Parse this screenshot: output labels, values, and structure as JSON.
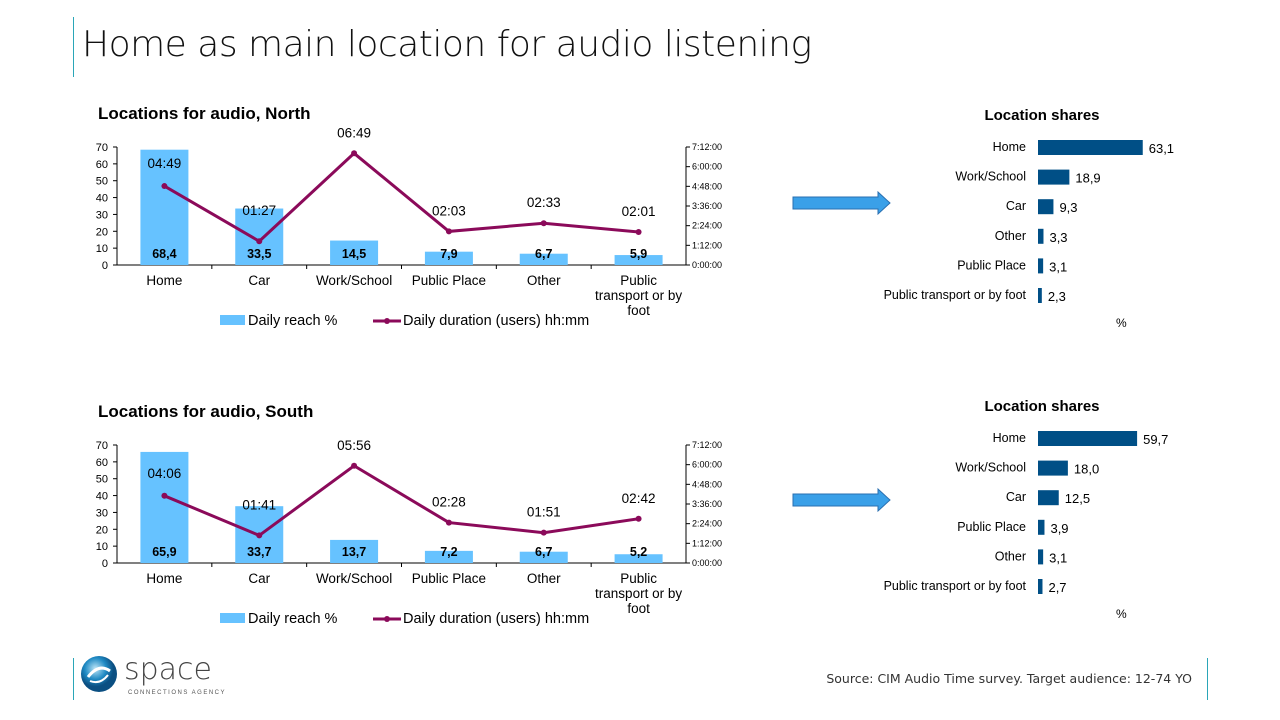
{
  "title": "Home as main location for audio listening",
  "source": "Source: CIM Audio Time survey. Target audience: 12-74 YO",
  "logo": {
    "name": "space",
    "tagline": "CONNECTIONS AGENCY"
  },
  "colors": {
    "bar": "#66c2ff",
    "line": "#8b0a5a",
    "hbar": "#004f86",
    "arrow": "#3aa0e8"
  },
  "chart_data": [
    {
      "type": "bar+line",
      "title": "Locations for audio, North",
      "categories": [
        "Home",
        "Car",
        "Work/School",
        "Public Place",
        "Other",
        "Public transport or by foot"
      ],
      "series": [
        {
          "name": "Daily reach %",
          "axis": "left",
          "values": [
            68.4,
            33.5,
            14.5,
            7.9,
            6.7,
            5.9
          ],
          "labels": [
            "68,4",
            "33,5",
            "14,5",
            "7,9",
            "6,7",
            "5,9"
          ]
        },
        {
          "name": "Daily duration (users) hh:mm",
          "axis": "right",
          "values_minutes": [
            289,
            87,
            409,
            123,
            153,
            121
          ],
          "labels": [
            "04:49",
            "01:27",
            "06:49",
            "02:03",
            "02:33",
            "02:01"
          ]
        }
      ],
      "ylim": [
        0,
        70
      ],
      "yticks": [
        "0",
        "10",
        "20",
        "30",
        "40",
        "50",
        "60",
        "70"
      ],
      "y2lim_minutes": [
        0,
        432
      ],
      "y2ticks": [
        "0:00:00",
        "1:12:00",
        "2:24:00",
        "3:36:00",
        "4:48:00",
        "6:00:00",
        "7:12:00"
      ],
      "legend": "bottom"
    },
    {
      "type": "bar+line",
      "title": "Locations for audio, South",
      "categories": [
        "Home",
        "Car",
        "Work/School",
        "Public Place",
        "Other",
        "Public transport or by foot"
      ],
      "series": [
        {
          "name": "Daily reach %",
          "axis": "left",
          "values": [
            65.9,
            33.7,
            13.7,
            7.2,
            6.7,
            5.2
          ],
          "labels": [
            "65,9",
            "33,7",
            "13,7",
            "7,2",
            "6,7",
            "5,2"
          ]
        },
        {
          "name": "Daily duration (users) hh:mm",
          "axis": "right",
          "values_minutes": [
            246,
            101,
            356,
            148,
            111,
            162
          ],
          "labels": [
            "04:06",
            "01:41",
            "05:56",
            "02:28",
            "01:51",
            "02:42"
          ]
        }
      ],
      "ylim": [
        0,
        70
      ],
      "yticks": [
        "0",
        "10",
        "20",
        "30",
        "40",
        "50",
        "60",
        "70"
      ],
      "y2lim_minutes": [
        0,
        432
      ],
      "y2ticks": [
        "0:00:00",
        "1:12:00",
        "2:24:00",
        "3:36:00",
        "4:48:00",
        "6:00:00",
        "7:12:00"
      ],
      "legend": "bottom"
    },
    {
      "type": "bar",
      "orientation": "horizontal",
      "title": "Location shares",
      "categories": [
        "Home",
        "Work/School",
        "Car",
        "Other",
        "Public Place",
        "Public transport or by foot"
      ],
      "values": [
        63.1,
        18.9,
        9.3,
        3.3,
        3.1,
        2.3
      ],
      "labels": [
        "63,1",
        "18,9",
        "9,3",
        "3,3",
        "3,1",
        "2,3"
      ],
      "unit": "%"
    },
    {
      "type": "bar",
      "orientation": "horizontal",
      "title": "Location shares",
      "categories": [
        "Home",
        "Work/School",
        "Car",
        "Public Place",
        "Other",
        "Public transport or by foot"
      ],
      "values": [
        59.7,
        18.0,
        12.5,
        3.9,
        3.1,
        2.7
      ],
      "labels": [
        "59,7",
        "18,0",
        "12,5",
        "3,9",
        "3,1",
        "2,7"
      ],
      "unit": "%"
    }
  ]
}
